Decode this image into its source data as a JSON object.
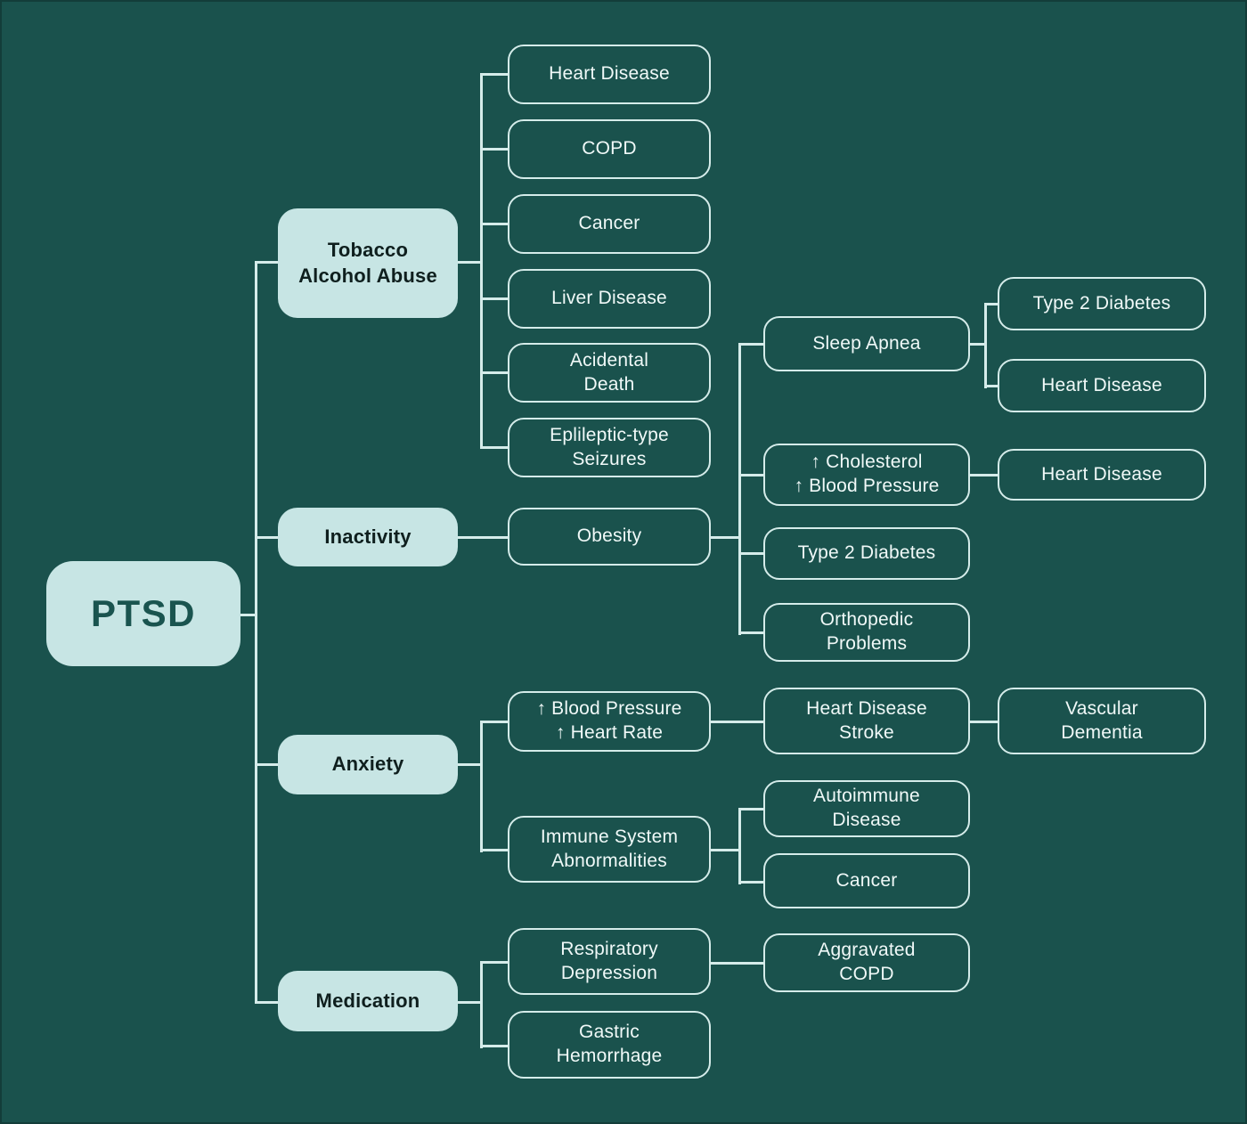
{
  "diagram": {
    "type": "mind-map",
    "root_label": "PTSD",
    "colors": {
      "background": "#1a524d",
      "connector_line": "#d5ecea",
      "outlined_node_border": "#d5ecea",
      "outlined_node_text": "#f0f9f8",
      "filled_node_background": "#c7e5e4",
      "filled_node_text": "#0f1f1e",
      "root_text": "#1a544f"
    },
    "hierarchy": [
      {
        "branch": "Tobacco Alcohol Abuse",
        "children": [
          "Heart Disease",
          "COPD",
          "Cancer",
          "Liver Disease",
          "Acidental Death",
          "Eplileptic-type Seizures"
        ]
      },
      {
        "branch": "Inactivity",
        "children": [
          {
            "label": "Obesity",
            "children": [
              {
                "label": "Sleep Apnea",
                "children": [
                  "Type 2 Diabetes",
                  "Heart Disease"
                ]
              },
              {
                "label": "↑ Cholesterol ↑ Blood Pressure",
                "children": [
                  "Heart Disease"
                ]
              },
              "Type 2 Diabetes",
              "Orthopedic Problems"
            ]
          }
        ]
      },
      {
        "branch": "Anxiety",
        "children": [
          {
            "label": "↑ Blood Pressure ↑ Heart Rate",
            "children": [
              {
                "label": "Heart Disease Stroke",
                "children": [
                  "Vascular Dementia"
                ]
              }
            ]
          },
          {
            "label": "Immune System Abnormalities",
            "children": [
              "Autoimmune Disease",
              "Cancer"
            ]
          }
        ]
      },
      {
        "branch": "Medication",
        "children": [
          {
            "label": "Respiratory Depression",
            "children": [
              "Aggravated COPD"
            ]
          },
          "Gastric Hemorrhage"
        ]
      }
    ],
    "nodes": {
      "ptsd": {
        "label": "PTSD"
      },
      "tobacco": {
        "label": "Tobacco\nAlcohol Abuse"
      },
      "heart_disease_tobacco": {
        "label": "Heart Disease"
      },
      "copd": {
        "label": "COPD"
      },
      "cancer_tobacco": {
        "label": "Cancer"
      },
      "liver_disease": {
        "label": "Liver Disease"
      },
      "accidental_death": {
        "label": "Acidental\nDeath"
      },
      "epileptic_seizures": {
        "label": "Eplileptic-type\nSeizures"
      },
      "inactivity": {
        "label": "Inactivity"
      },
      "obesity": {
        "label": "Obesity"
      },
      "sleep_apnea": {
        "label": "Sleep Apnea"
      },
      "type2_diabetes_sleep": {
        "label": "Type 2 Diabetes"
      },
      "heart_disease_sleep": {
        "label": "Heart Disease"
      },
      "cholesterol_bp": {
        "label": "↑ Cholesterol\n↑ Blood Pressure"
      },
      "heart_disease_chol": {
        "label": "Heart Disease"
      },
      "type2_diabetes_obesity": {
        "label": "Type 2 Diabetes"
      },
      "orthopedic_problems": {
        "label": "Orthopedic\nProblems"
      },
      "anxiety": {
        "label": "Anxiety"
      },
      "bp_heart_rate": {
        "label": "↑ Blood Pressure\n↑ Heart Rate"
      },
      "heart_disease_stroke": {
        "label": "Heart Disease\nStroke"
      },
      "vascular_dementia": {
        "label": "Vascular\nDementia"
      },
      "immune_abnormalities": {
        "label": "Immune System\nAbnormalities"
      },
      "autoimmune_disease": {
        "label": "Autoimmune\nDisease"
      },
      "cancer_immune": {
        "label": "Cancer"
      },
      "medication": {
        "label": "Medication"
      },
      "respiratory_depression": {
        "label": "Respiratory\nDepression"
      },
      "aggravated_copd": {
        "label": "Aggravated\nCOPD"
      },
      "gastric_hemorrhage": {
        "label": "Gastric\nHemorrhage"
      }
    }
  }
}
